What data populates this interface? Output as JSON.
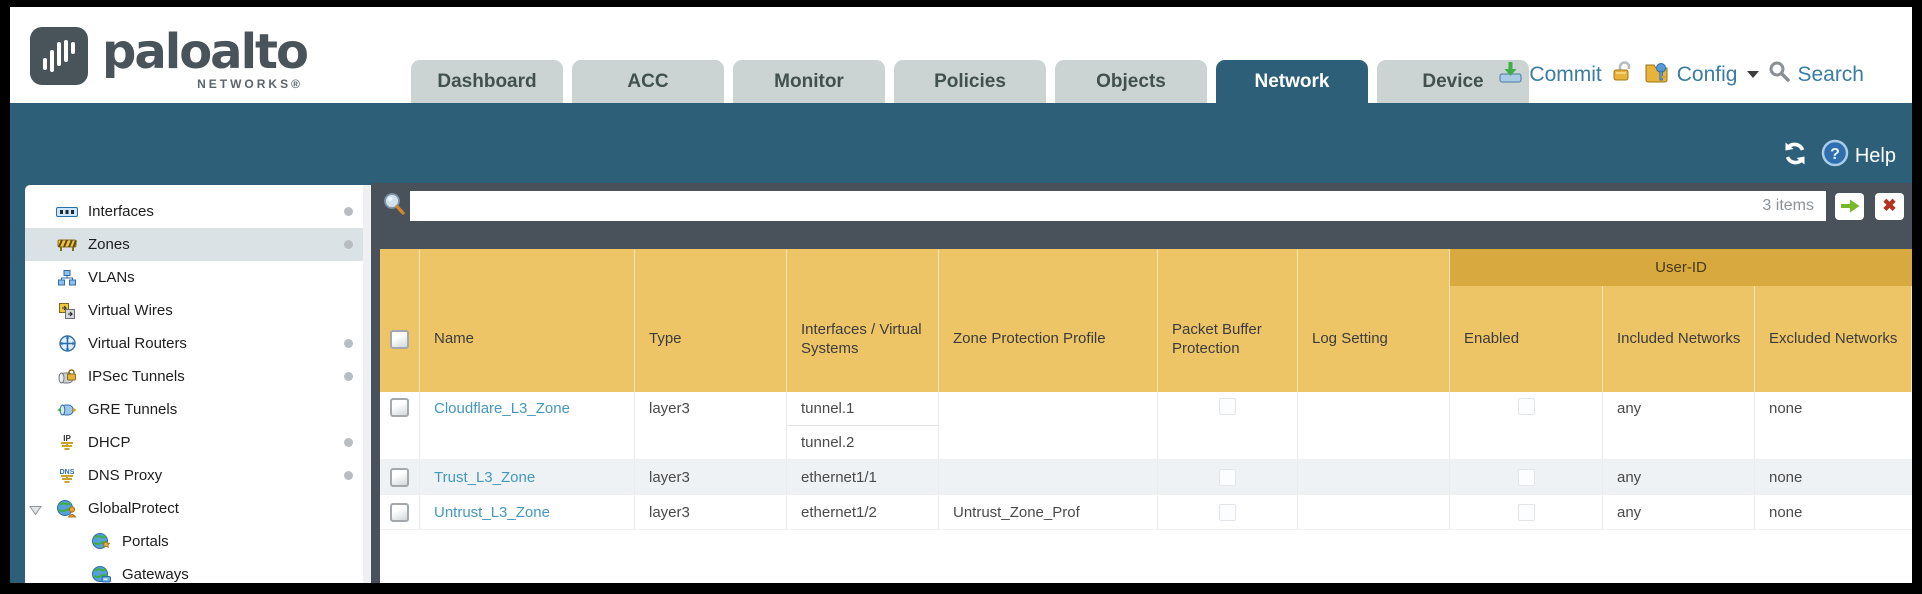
{
  "brand": {
    "name": "paloalto",
    "subname": "NETWORKS®"
  },
  "tabs": [
    {
      "label": "Dashboard",
      "active": false
    },
    {
      "label": "ACC",
      "active": false
    },
    {
      "label": "Monitor",
      "active": false
    },
    {
      "label": "Policies",
      "active": false
    },
    {
      "label": "Objects",
      "active": false
    },
    {
      "label": "Network",
      "active": true
    },
    {
      "label": "Device",
      "active": false
    }
  ],
  "toolbar": {
    "commit_label": "Commit",
    "config_label": "Config",
    "search_label": "Search"
  },
  "banner": {
    "help_label": "Help"
  },
  "sidebar": {
    "items": [
      {
        "label": "Interfaces",
        "icon": "interfaces-icon",
        "dot": true,
        "selected": false
      },
      {
        "label": "Zones",
        "icon": "zones-icon",
        "dot": true,
        "selected": true
      },
      {
        "label": "VLANs",
        "icon": "vlans-icon",
        "dot": false,
        "selected": false
      },
      {
        "label": "Virtual Wires",
        "icon": "virtual-wires-icon",
        "dot": false,
        "selected": false
      },
      {
        "label": "Virtual Routers",
        "icon": "virtual-routers-icon",
        "dot": true,
        "selected": false
      },
      {
        "label": "IPSec Tunnels",
        "icon": "ipsec-tunnels-icon",
        "dot": true,
        "selected": false
      },
      {
        "label": "GRE Tunnels",
        "icon": "gre-tunnels-icon",
        "dot": false,
        "selected": false
      },
      {
        "label": "DHCP",
        "icon": "dhcp-icon",
        "dot": true,
        "selected": false
      },
      {
        "label": "DNS Proxy",
        "icon": "dns-proxy-icon",
        "dot": true,
        "selected": false
      },
      {
        "label": "GlobalProtect",
        "icon": "globalprotect-icon",
        "dot": false,
        "selected": false,
        "expanded": true
      },
      {
        "label": "Portals",
        "icon": "portals-icon",
        "dot": false,
        "selected": false,
        "indent": true
      },
      {
        "label": "Gateways",
        "icon": "gateways-icon",
        "dot": false,
        "selected": false,
        "indent": true
      }
    ]
  },
  "filter": {
    "value": "",
    "count": "3 items"
  },
  "table": {
    "group_header": "User-ID",
    "columns": [
      "Name",
      "Type",
      "Interfaces / Virtual Systems",
      "Zone Protection Profile",
      "Packet Buffer Protection",
      "Log Setting",
      "Enabled",
      "Included Networks",
      "Excluded Networks"
    ],
    "rows": [
      {
        "name": "Cloudflare_L3_Zone",
        "type": "layer3",
        "interfaces": [
          "tunnel.1",
          "tunnel.2"
        ],
        "zone_protection_profile": "",
        "log_setting": "",
        "included_networks": "any",
        "excluded_networks": "none"
      },
      {
        "name": "Trust_L3_Zone",
        "type": "layer3",
        "interfaces": [
          "ethernet1/1"
        ],
        "zone_protection_profile": "",
        "log_setting": "",
        "included_networks": "any",
        "excluded_networks": "none"
      },
      {
        "name": "Untrust_L3_Zone",
        "type": "layer3",
        "interfaces": [
          "ethernet1/2"
        ],
        "zone_protection_profile": "Untrust_Zone_Prof",
        "log_setting": "",
        "included_networks": "any",
        "excluded_networks": "none"
      }
    ]
  },
  "colors": {
    "accent_teal": "#2d6078",
    "header_gold": "#eec566",
    "header_gold_dark": "#d8a93f",
    "link_blue": "#4498bd",
    "top_link_blue": "#3b7ca3"
  }
}
